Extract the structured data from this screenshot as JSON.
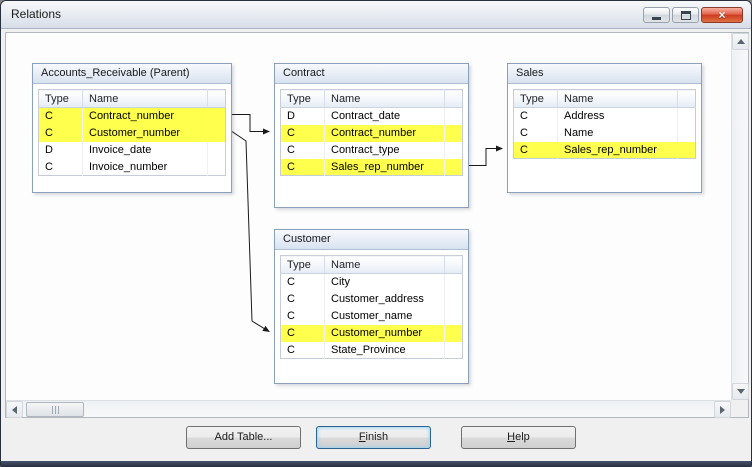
{
  "window": {
    "title": "Relations",
    "controls": [
      "minimize",
      "maximize",
      "close"
    ]
  },
  "icons": {
    "close": "×"
  },
  "diagram": {
    "highlight_color": "#ffff4d",
    "tables": [
      {
        "id": "accounts_receivable",
        "title": "Accounts_Receivable (Parent)",
        "columns": [
          "Type",
          "Name"
        ],
        "rows": [
          {
            "type": "C",
            "name": "Contract_number",
            "highlighted": true
          },
          {
            "type": "C",
            "name": "Customer_number",
            "highlighted": true
          },
          {
            "type": "D",
            "name": "Invoice_date",
            "highlighted": false
          },
          {
            "type": "C",
            "name": "Invoice_number",
            "highlighted": false
          }
        ]
      },
      {
        "id": "contract",
        "title": "Contract",
        "columns": [
          "Type",
          "Name"
        ],
        "rows": [
          {
            "type": "D",
            "name": "Contract_date",
            "highlighted": false
          },
          {
            "type": "C",
            "name": "Contract_number",
            "highlighted": true
          },
          {
            "type": "C",
            "name": "Contract_type",
            "highlighted": false
          },
          {
            "type": "C",
            "name": "Sales_rep_number",
            "highlighted": true
          }
        ]
      },
      {
        "id": "sales",
        "title": "Sales",
        "columns": [
          "Type",
          "Name"
        ],
        "rows": [
          {
            "type": "C",
            "name": "Address",
            "highlighted": false
          },
          {
            "type": "C",
            "name": "Name",
            "highlighted": false
          },
          {
            "type": "C",
            "name": "Sales_rep_number",
            "highlighted": true
          }
        ]
      },
      {
        "id": "customer",
        "title": "Customer",
        "columns": [
          "Type",
          "Name"
        ],
        "rows": [
          {
            "type": "C",
            "name": "City",
            "highlighted": false
          },
          {
            "type": "C",
            "name": "Customer_address",
            "highlighted": false
          },
          {
            "type": "C",
            "name": "Customer_name",
            "highlighted": false
          },
          {
            "type": "C",
            "name": "Customer_number",
            "highlighted": true
          },
          {
            "type": "C",
            "name": "State_Province",
            "highlighted": false
          }
        ]
      }
    ],
    "relations": [
      {
        "from": "Accounts_Receivable.Contract_number",
        "to": "Contract.Contract_number"
      },
      {
        "from": "Accounts_Receivable.Customer_number",
        "to": "Customer.Customer_number"
      },
      {
        "from": "Contract.Sales_rep_number",
        "to": "Sales.Sales_rep_number"
      }
    ]
  },
  "buttons": {
    "add_table": {
      "label": "Add Table..."
    },
    "finish": {
      "u": "F",
      "rest": "inish"
    },
    "help": {
      "u": "H",
      "rest": "elp"
    }
  }
}
